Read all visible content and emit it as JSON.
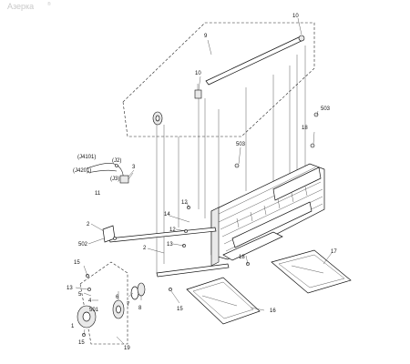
{
  "watermark": "Азерка",
  "watermark_mark": "®",
  "callouts": {
    "c10a": "10",
    "c9": "9",
    "c10b": "10",
    "c503a": "503",
    "c18": "18",
    "c503b": "503",
    "c3": "3",
    "j4101": "(J4101)",
    "j2": "(J2)",
    "j4201": "(J4201)",
    "j3": "(J3)",
    "c11": "11",
    "c12a": "12",
    "c14": "14",
    "c12b": "12",
    "c13a": "13",
    "c2a": "2",
    "c502": "502",
    "c2b": "2",
    "c18b": "18",
    "c17": "17",
    "c15a": "15",
    "c13b": "13",
    "c5": "5",
    "c4": "4",
    "c501": "501",
    "c6": "6",
    "c7": "7",
    "c8": "8",
    "c15b": "15",
    "c16": "16",
    "c1": "1",
    "c15c": "15",
    "c19": "19"
  }
}
